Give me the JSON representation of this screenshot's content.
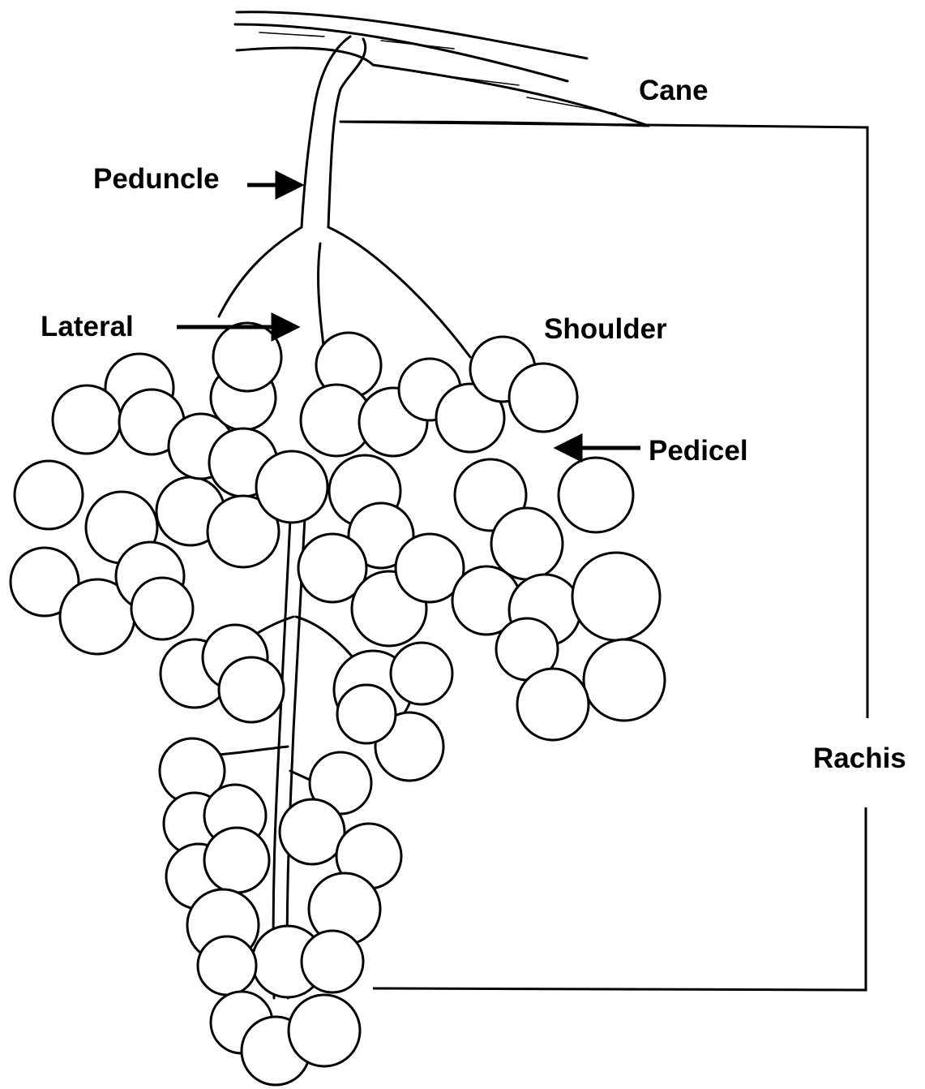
{
  "diagram": {
    "labels": {
      "cane": "Cane",
      "peduncle": "Peduncle",
      "lateral": "Lateral",
      "shoulder": "Shoulder",
      "pedicel": "Pedicel",
      "rachis": "Rachis"
    },
    "colors": {
      "ink": "#000000",
      "berry_fill": "#ffffff",
      "background": "#ffffff"
    }
  }
}
